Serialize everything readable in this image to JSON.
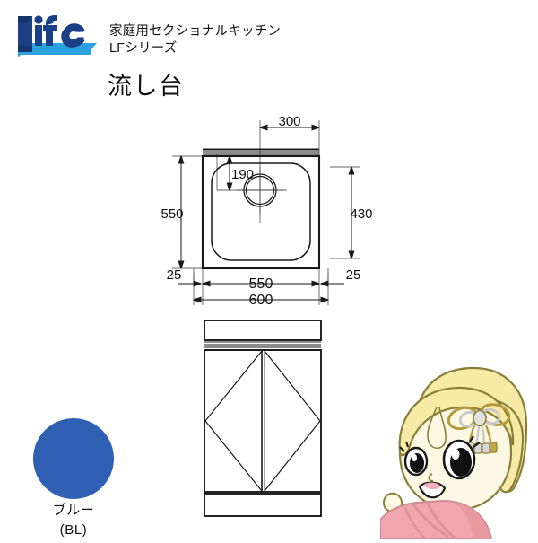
{
  "header": {
    "logo": {
      "text": "Life",
      "name": "life-logo",
      "primary_color": "#1b3f86",
      "accent_color": "#2aa3e0",
      "shadow_color": "#15356f"
    },
    "subtitle_line1": "家庭用セクショナルキッチン",
    "subtitle_line2": "LFシリーズ",
    "title": "流し台"
  },
  "drawings": {
    "top_view": {
      "name": "sink-top-view",
      "dimensions": {
        "faucet_offset": "300",
        "drain_offset": "190",
        "depth_outer": "550",
        "basin_depth": "430",
        "left_margin": "25",
        "basin_width": "550",
        "right_margin": "25",
        "total_width": "600"
      }
    },
    "front_view": {
      "name": "sink-front-view",
      "doors": 2,
      "swing": "double-diagonal"
    }
  },
  "color_option": {
    "swatch_hex": "#3060b4",
    "label_ja": "ブルー",
    "label_code": "(BL)"
  },
  "mascot": {
    "name": "kimono-girl-mascot",
    "hair_color": "#f6e8a0",
    "hair_outline": "#8a7f3a",
    "skin_color": "#fdf8e4",
    "kimono_color": "#f0a6ae",
    "kimono_shadow": "#e08e99",
    "ornament_gold": "#b39a3c",
    "ornament_silver": "#d9d9d9",
    "mouth_color": "#f3b0bc"
  }
}
